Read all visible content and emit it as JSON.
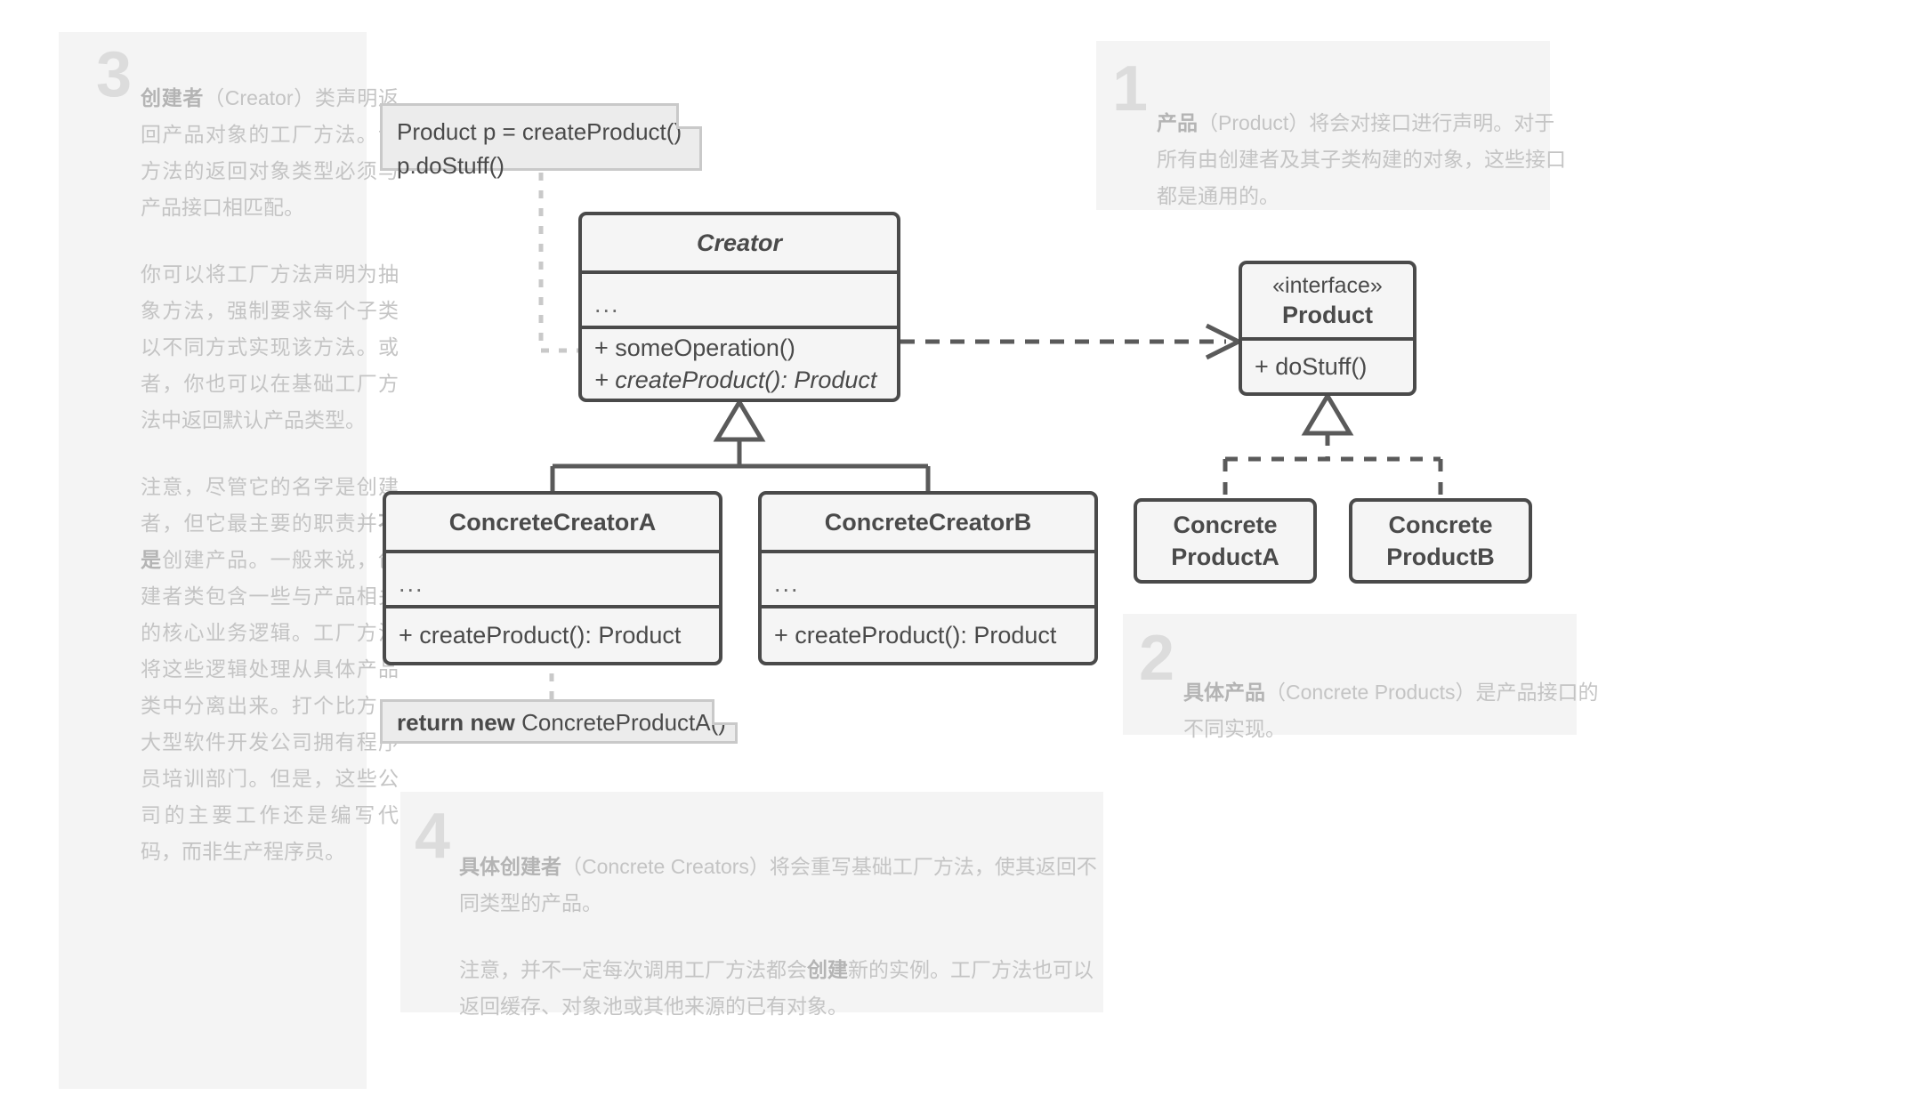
{
  "annotations": [
    {
      "number": "1",
      "name": "product",
      "paragraphs": [
        {
          "bold": "产品",
          "rest": "（Product）将会对接口进行声明。对于所有由创建者及其子类构建的对象，这些接口都是通用的。"
        }
      ]
    },
    {
      "number": "2",
      "name": "concrete-products",
      "paragraphs": [
        {
          "bold": "具体产品",
          "rest": "（Concrete Products）是产品接口的不同实现。"
        }
      ]
    },
    {
      "number": "3",
      "name": "creator",
      "paragraphs": [
        {
          "bold": "创建者",
          "rest": "（Creator）类声明返回产品对象的工厂方法。该方法的返回对象类型必须与产品接口相匹配。"
        },
        {
          "bold": "",
          "rest": "你可以将工厂方法声明为抽象方法，强制要求每个子类以不同方式实现该方法。或者，你也可以在基础工厂方法中返回默认产品类型。"
        },
        {
          "bold": "",
          "rest": "注意，尽管它的名字是创建者，但它最主要的职责并不是创建产品。一般来说，创建者类包含一些与产品相关的核心业务逻辑。工厂方法将这些逻辑处理从具体产品类中分离出来。打个比方，大型软件开发公司拥有程序员培训部门。但是，这些公司的主要工作还是编写代码，而非生产程序员。",
          "inline_bold": "不是"
        }
      ]
    },
    {
      "number": "4",
      "name": "concrete-creators",
      "paragraphs": [
        {
          "bold": "具体创建者",
          "rest": "（Concrete Creators）将会重写基础工厂方法，使其返回不同类型的产品。"
        },
        {
          "bold": "",
          "rest": "注意，并不一定每次调用工厂方法都会创建新的实例。工厂方法也可以返回缓存、对象池或其他来源的已有对象。",
          "inline_bold": "创建"
        }
      ]
    }
  ],
  "classes": {
    "creator": {
      "title": "Creator",
      "attributes": "...",
      "methods": [
        "+ someOperation()",
        "+ createProduct(): Product"
      ]
    },
    "product": {
      "stereotype": "«interface»",
      "title": "Product",
      "methods": [
        "+ doStuff()"
      ]
    },
    "concrete_creator_a": {
      "title": "ConcreteCreatorA",
      "attributes": "...",
      "methods": [
        "+ createProduct(): Product"
      ]
    },
    "concrete_creator_b": {
      "title": "ConcreteCreatorB",
      "attributes": "...",
      "methods": [
        "+ createProduct(): Product"
      ]
    },
    "concrete_product_a": {
      "line1": "Concrete",
      "line2": "ProductA"
    },
    "concrete_product_b": {
      "line1": "Concrete",
      "line2": "ProductB"
    }
  },
  "notes": {
    "creator_note": {
      "line1": "Product p = createProduct()",
      "line2": "p.doStuff()"
    },
    "return_note": {
      "bold": "return new",
      "rest": " ConcreteProductA()"
    }
  },
  "colors": {
    "class_border": "#4a4a4a",
    "class_fill": "#f5f5f5",
    "note_fill": "#ececec",
    "note_border": "#c9c9c9",
    "annotation_fill": "#f4f4f4",
    "annotation_text": "#c4c4c4",
    "annotation_number": "#dcdcdc",
    "connector": "#5a5a5a",
    "note_connector": "#c9c9c9",
    "background": "#ffffff"
  }
}
